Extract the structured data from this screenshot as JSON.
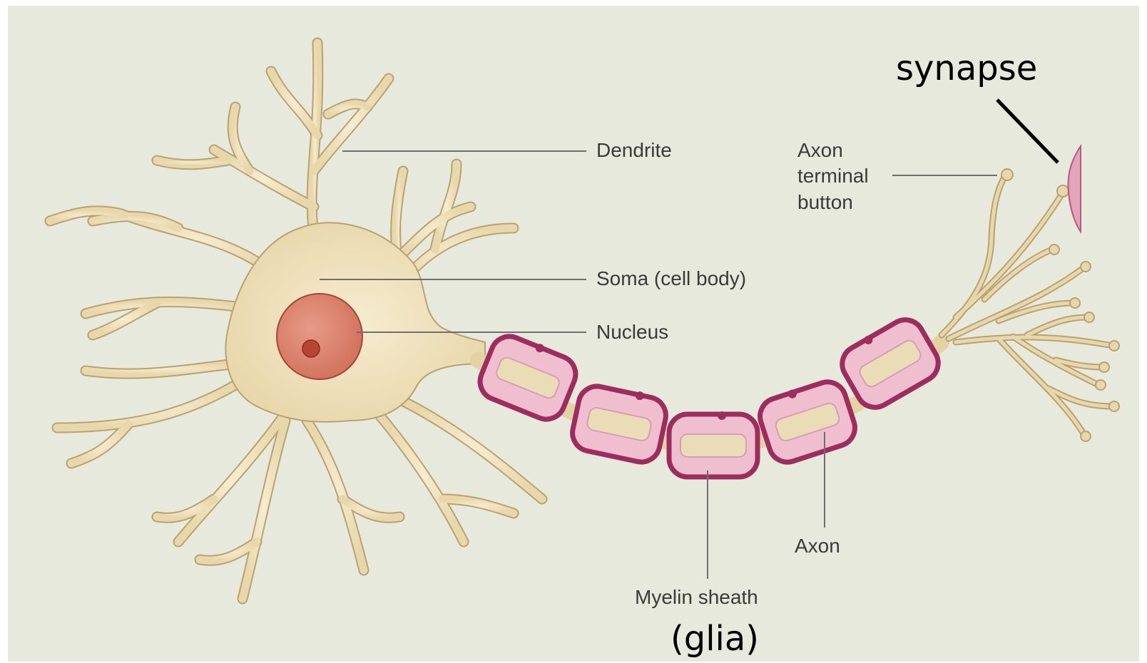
{
  "labels": {
    "dendrite": "Dendrite",
    "soma": "Soma (cell body)",
    "nucleus": "Nucleus",
    "axon_terminal_line1": "Axon",
    "axon_terminal_line2": "terminal",
    "axon_terminal_line3": "button",
    "axon": "Axon",
    "myelin_sheath": "Myelin sheath",
    "glia": "(glia)",
    "synapse": "synapse"
  },
  "colors": {
    "background": "#e6e9dc",
    "cell_body": "#e8d7ab",
    "cell_outline": "#b8a274",
    "nucleus": "#d97f6a",
    "nucleolus": "#b84433",
    "myelin_fill": "#efbfd0",
    "myelin_outline": "#9c2d5e",
    "leader_line": "#6f6f6f"
  }
}
